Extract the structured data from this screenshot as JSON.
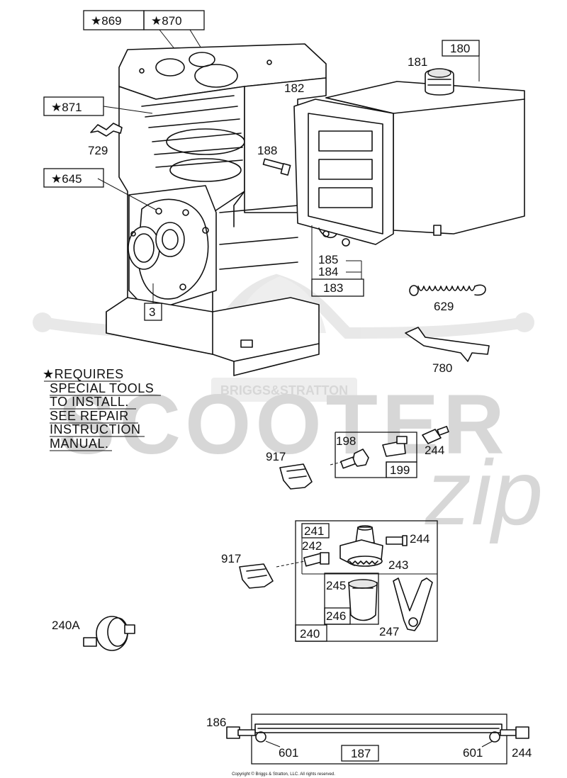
{
  "labels": {
    "p869": "★869",
    "p870": "★870",
    "p180": "180",
    "p181": "181",
    "p182": "182",
    "p871": "★871",
    "p729": "729",
    "p188": "188",
    "p645": "★645",
    "p185": "185",
    "p184": "184",
    "p183": "183",
    "p3": "3",
    "p629": "629",
    "p780": "780",
    "p198": "198",
    "p199": "199",
    "p917a": "917",
    "p244a": "244",
    "p241": "241",
    "p242": "242",
    "p244b": "244",
    "p243": "243",
    "p917b": "917",
    "p245": "245",
    "p246": "246",
    "p247": "247",
    "p240": "240",
    "p240A": "240A",
    "p186": "186",
    "p601a": "601",
    "p187": "187",
    "p601b": "601",
    "p244c": "244"
  },
  "note": {
    "line1": "★REQUIRES",
    "line2": "SPECIAL TOOLS",
    "line3": "TO INSTALL.",
    "line4": "SEE REPAIR",
    "line5": "INSTRUCTION",
    "line6": "MANUAL."
  },
  "watermark": {
    "brand": "BRIGGS&STRATTON",
    "main": "SCOOTER",
    "script": "zip"
  },
  "copyright": "Copyright © Briggs & Stratton, LLC. All rights reserved."
}
